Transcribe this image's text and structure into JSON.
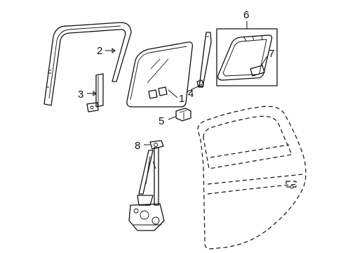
{
  "callouts": [
    {
      "id": "1",
      "text": "1"
    },
    {
      "id": "2",
      "text": "2"
    },
    {
      "id": "3",
      "text": "3"
    },
    {
      "id": "4",
      "text": "4"
    },
    {
      "id": "5",
      "text": "5"
    },
    {
      "id": "6",
      "text": "6"
    },
    {
      "id": "7",
      "text": "7"
    },
    {
      "id": "8",
      "text": "8"
    }
  ],
  "colors": {
    "ink": "#111111",
    "background": "#ffffff"
  }
}
